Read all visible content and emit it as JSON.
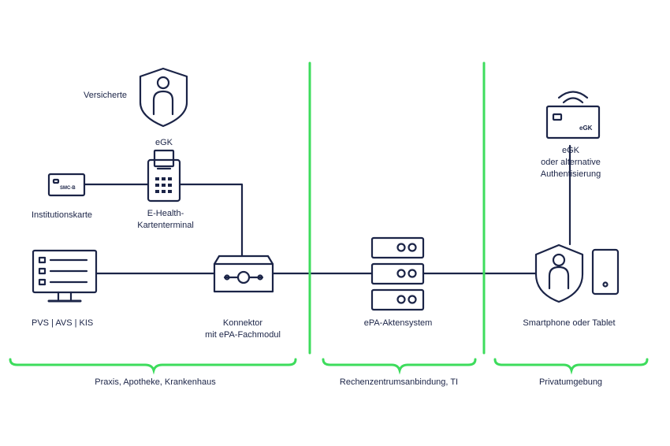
{
  "colors": {
    "navy": "#1b2447",
    "green": "#3ddc5c",
    "white": "#ffffff"
  },
  "nodes": {
    "versicherte": "Versicherte",
    "egk": "eGK",
    "smcb_card_text": "SMC-B",
    "institutionskarte": "Institutionskarte",
    "terminal_line1": "E-Health-",
    "terminal_line2": "Kartenterminal",
    "pvs": "PVS | AVS | KIS",
    "konnektor_line1": "Konnektor",
    "konnektor_line2": "mit ePA-Fachmodul",
    "aktensystem": "ePA-Aktensystem",
    "egk_alt_line1": "eGK",
    "egk_alt_line2": "oder alternative",
    "egk_alt_line3": "Authentisierung",
    "egk_card_text": "eGK",
    "smartphone": "Smartphone oder Tablet"
  },
  "zones": [
    {
      "label": "Praxis, Apotheke, Krankenhaus"
    },
    {
      "label": "Rechenzentrumsanbindung, TI"
    },
    {
      "label": "Privatumgebung"
    }
  ],
  "icons": [
    "shield-person-icon",
    "card-terminal-icon",
    "smc-b-card-icon",
    "monitor-icon",
    "konnektor-icon",
    "server-stack-icon",
    "egk-contactless-card-icon",
    "phone-icon",
    "tablet-icon"
  ]
}
